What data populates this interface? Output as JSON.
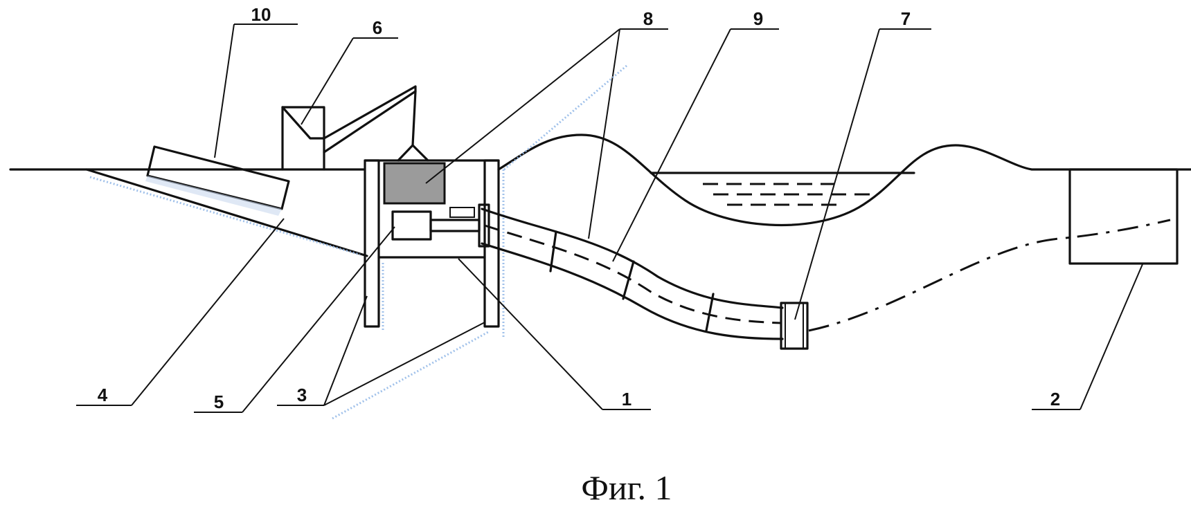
{
  "labels": {
    "l1": "1",
    "l2": "2",
    "l3": "3",
    "l4": "4",
    "l5": "5",
    "l6": "6",
    "l7": "7",
    "l8": "8",
    "l9": "9",
    "l10": "10"
  },
  "caption": "Фиг. 1"
}
